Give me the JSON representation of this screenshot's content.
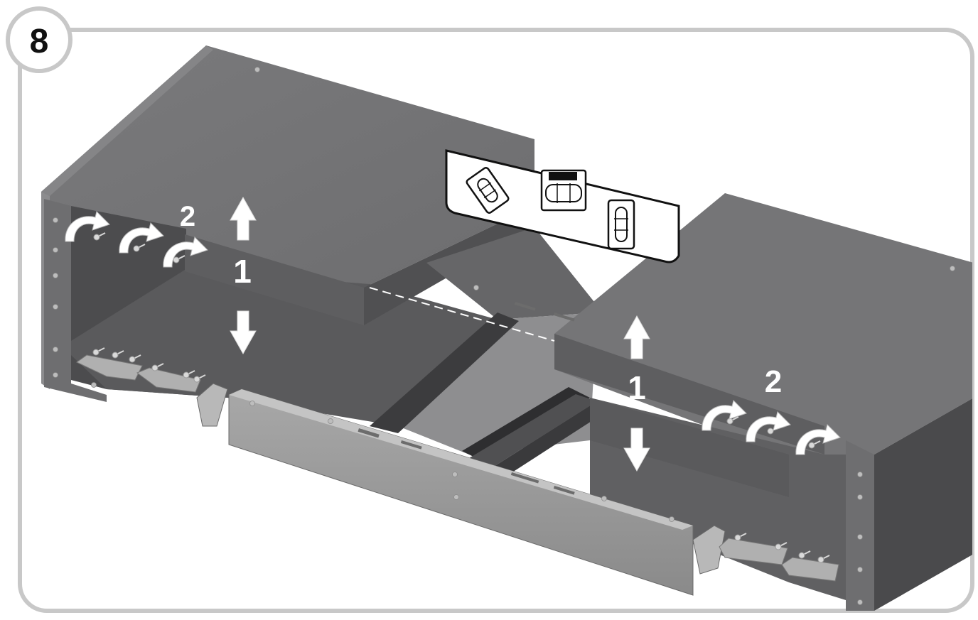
{
  "step": {
    "number": "8"
  },
  "labels": {
    "raise_lower": "1",
    "tighten_screws": "2"
  },
  "colors": {
    "frame_border": "#c8c8c8",
    "cabinet_top": "#757577",
    "cabinet_side": "#5a5a5c",
    "cabinet_inner": "#4e4e50",
    "bracket_metal": "#9a9a9a",
    "arrow_fill": "#ffffff",
    "level_body": "#ffffff"
  },
  "icons": {
    "up_down_arrow": "up-down-arrow-icon",
    "rotate_arrow": "rotate-clockwise-icon",
    "spirit_level": "spirit-level-icon"
  }
}
